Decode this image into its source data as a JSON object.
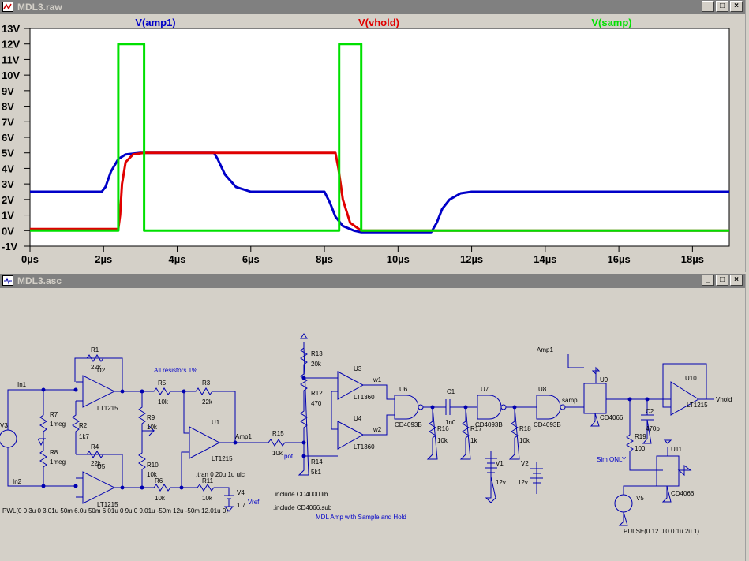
{
  "plot_window": {
    "title": "MDL3.raw",
    "traces": [
      {
        "name": "V(amp1)",
        "color": "#0000c8"
      },
      {
        "name": "V(vhold)",
        "color": "#e00000"
      },
      {
        "name": "V(samp)",
        "color": "#00e000"
      }
    ],
    "y_ticks": [
      "13V",
      "12V",
      "11V",
      "10V",
      "9V",
      "8V",
      "7V",
      "6V",
      "5V",
      "4V",
      "3V",
      "2V",
      "1V",
      "0V",
      "-1V"
    ],
    "x_ticks": [
      "0µs",
      "2µs",
      "4µs",
      "6µs",
      "8µs",
      "10µs",
      "12µs",
      "14µs",
      "16µs",
      "18µs"
    ]
  },
  "chart_data": {
    "type": "line",
    "title": "",
    "xlabel": "",
    "ylabel": "",
    "xlim": [
      0,
      19
    ],
    "ylim": [
      -1,
      13
    ],
    "grid": false,
    "legend": "top",
    "series": [
      {
        "name": "V(amp1)",
        "color": "#0000c8",
        "x": [
          0,
          1.95,
          2.05,
          2.2,
          2.4,
          2.6,
          3.0,
          5.0,
          5.1,
          5.3,
          5.6,
          6.0,
          8.0,
          8.15,
          8.3,
          8.5,
          8.8,
          9.0,
          10.9,
          11.05,
          11.2,
          11.4,
          11.7,
          12.0,
          19
        ],
        "y": [
          2.5,
          2.5,
          2.8,
          3.8,
          4.6,
          4.9,
          5.0,
          5.0,
          4.6,
          3.6,
          2.8,
          2.5,
          2.5,
          1.8,
          0.9,
          0.3,
          0.0,
          -0.1,
          -0.1,
          0.5,
          1.4,
          2.0,
          2.4,
          2.5,
          2.5
        ]
      },
      {
        "name": "V(vhold)",
        "color": "#e00000",
        "x": [
          0,
          2.4,
          2.45,
          2.5,
          2.6,
          2.8,
          3.1,
          5.0,
          6.0,
          8.3,
          8.38,
          8.5,
          8.7,
          9.0,
          11.0,
          19
        ],
        "y": [
          0.1,
          0.1,
          1.0,
          3.0,
          4.4,
          4.9,
          5.0,
          5.0,
          5.0,
          5.0,
          4.0,
          2.0,
          0.5,
          0.0,
          0.0,
          0.0
        ]
      },
      {
        "name": "V(samp)",
        "color": "#00e000",
        "x": [
          0,
          2.4,
          2.4,
          3.1,
          3.1,
          8.4,
          8.4,
          9.0,
          9.0,
          19
        ],
        "y": [
          0,
          0,
          12,
          12,
          0,
          0,
          12,
          12,
          0,
          0
        ]
      }
    ]
  },
  "schematic_window": {
    "title": "MDL3.asc",
    "labels": {
      "all_res": "All resistors 1%",
      "tran": ".tran 0 20u 1u uic",
      "inc1": ".include CD4000.lib",
      "inc2": ".include CD4066.sub",
      "caption": "MDL Amp with Sample and Hold",
      "pwl": "PWL(0 0 3u 0 3.01u 50m 6.0u 50m 6.01u 0 9u 0 9.01u -50m 12u -50m 12.01u 0)",
      "pulse": "PULSE(0 12 0 0 0 1u 2u 1)",
      "sim_only": "Sim ONLY",
      "pot": "pot",
      "vref": "Vref",
      "vhold_out": "Vhold"
    },
    "nets": [
      "In1",
      "In2",
      "Amp1",
      "w1",
      "w2",
      "samp",
      "Amp1"
    ],
    "components": {
      "R1": [
        "R1",
        "22k"
      ],
      "R2": [
        "R2",
        "1k7"
      ],
      "R3": [
        "R3",
        "22k"
      ],
      "R4": [
        "R4",
        "22k"
      ],
      "R5": [
        "R5",
        "10k"
      ],
      "R6": [
        "R6",
        "10k"
      ],
      "R7": [
        "R7",
        "1meg"
      ],
      "R8": [
        "R8",
        "1meg"
      ],
      "R9": [
        "R9",
        "10k"
      ],
      "R10": [
        "R10",
        "10k"
      ],
      "R11": [
        "R11",
        "10k"
      ],
      "R12": [
        "R12",
        "470"
      ],
      "R13": [
        "R13",
        "20k"
      ],
      "R14": [
        "R14",
        "5k1"
      ],
      "R15": [
        "R15",
        "10k"
      ],
      "R16": [
        "R16",
        "10k"
      ],
      "R17": [
        "R17",
        "1k"
      ],
      "R18": [
        "R18",
        "10k"
      ],
      "R19": [
        "R19",
        "100"
      ],
      "C1": [
        "C1",
        "1n0"
      ],
      "C2": [
        "C2",
        "470p"
      ],
      "U1": [
        "U1",
        "LT1215"
      ],
      "U2": [
        "U2",
        "LT1215"
      ],
      "U3": [
        "U3",
        "LT1360"
      ],
      "U4": [
        "U4",
        "LT1360"
      ],
      "U5": [
        "U5",
        "LT1215"
      ],
      "U6": [
        "U6",
        "CD4093B"
      ],
      "U7": [
        "U7",
        "CD4093B"
      ],
      "U8": [
        "U8",
        "CD4093B"
      ],
      "U9": [
        "U9",
        "CD4066"
      ],
      "U10": [
        "U10",
        "LT1215"
      ],
      "U11": [
        "U11",
        "CD4066"
      ],
      "V1": [
        "V1",
        "12v"
      ],
      "V2": [
        "V2",
        "12v"
      ],
      "V3": [
        "V3",
        ""
      ],
      "V4": [
        "V4",
        "1.7"
      ],
      "V5": [
        "V5",
        ""
      ]
    }
  }
}
